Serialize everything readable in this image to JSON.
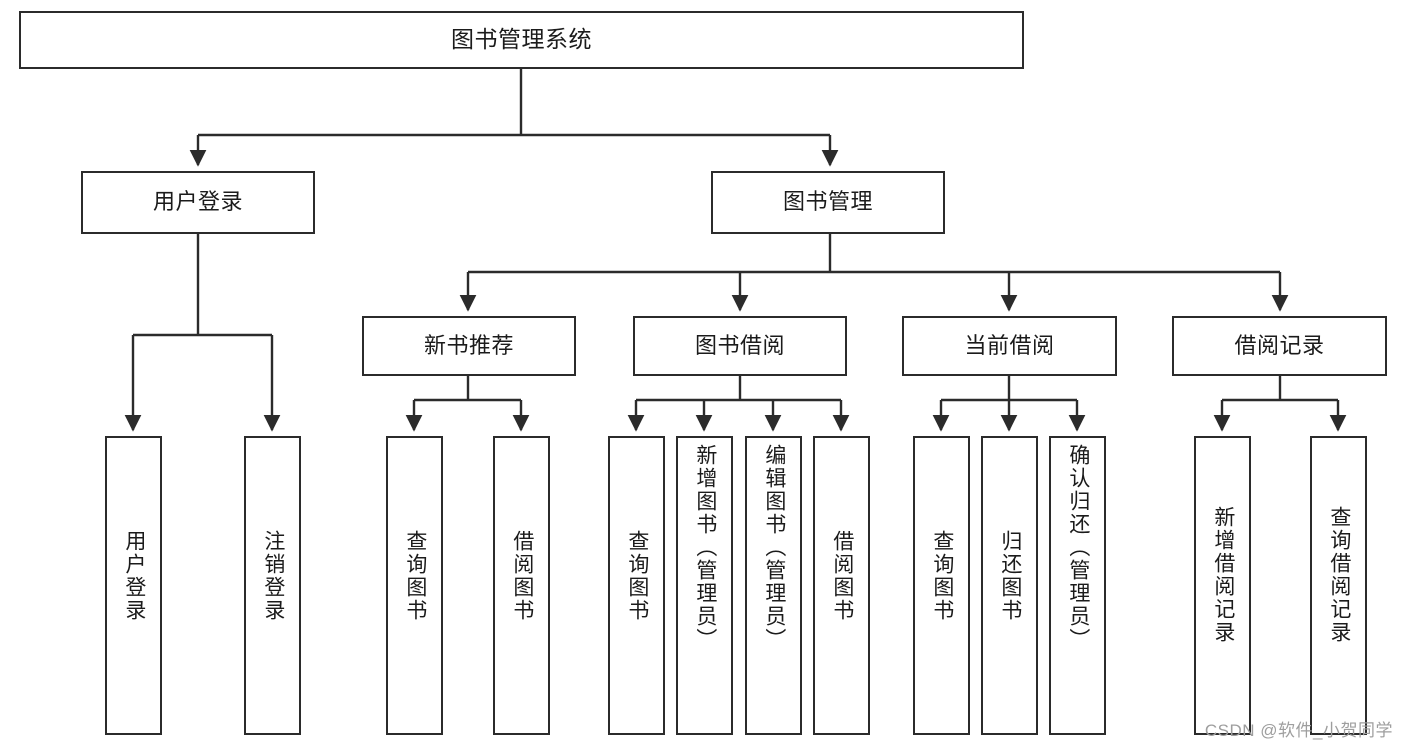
{
  "diagram": {
    "title": "图书管理系统",
    "type": "function-hierarchy-tree",
    "root": {
      "id": "root",
      "label": "图书管理系统"
    },
    "level2": [
      {
        "id": "user-login",
        "label": "用户登录"
      },
      {
        "id": "book-management",
        "label": "图书管理"
      }
    ],
    "level3": [
      {
        "id": "new-book-recommend",
        "label": "新书推荐",
        "parent": "book-management"
      },
      {
        "id": "book-borrow",
        "label": "图书借阅",
        "parent": "book-management"
      },
      {
        "id": "current-borrow",
        "label": "当前借阅",
        "parent": "book-management"
      },
      {
        "id": "borrow-record",
        "label": "借阅记录",
        "parent": "book-management"
      }
    ],
    "leaves": [
      {
        "id": "leaf-user-login",
        "label": "用户登录",
        "parent": "user-login"
      },
      {
        "id": "leaf-user-logout",
        "label": "注销登录",
        "parent": "user-login"
      },
      {
        "id": "leaf-query-book-1",
        "label": "查询图书",
        "parent": "new-book-recommend"
      },
      {
        "id": "leaf-borrow-book-1",
        "label": "借阅图书",
        "parent": "new-book-recommend"
      },
      {
        "id": "leaf-query-book-2",
        "label": "查询图书",
        "parent": "book-borrow"
      },
      {
        "id": "leaf-add-book",
        "label": "新增图书（管理员）",
        "parent": "book-borrow"
      },
      {
        "id": "leaf-edit-book",
        "label": "编辑图书（管理员）",
        "parent": "book-borrow"
      },
      {
        "id": "leaf-borrow-book-2",
        "label": "借阅图书",
        "parent": "book-borrow"
      },
      {
        "id": "leaf-query-book-3",
        "label": "查询图书",
        "parent": "current-borrow"
      },
      {
        "id": "leaf-return-book",
        "label": "归还图书",
        "parent": "current-borrow"
      },
      {
        "id": "leaf-confirm-return",
        "label": "确认归还（管理员）",
        "parent": "current-borrow"
      },
      {
        "id": "leaf-add-record",
        "label": "新增借阅记录",
        "parent": "borrow-record"
      },
      {
        "id": "leaf-query-record",
        "label": "查询借阅记录",
        "parent": "borrow-record"
      }
    ]
  },
  "watermark": {
    "text": "CSDN @软件_小贺同学"
  },
  "colors": {
    "stroke": "#2b2b2b",
    "fill": "#ffffff",
    "text": "#1b1b1b",
    "watermark": "#9e9e9e"
  }
}
